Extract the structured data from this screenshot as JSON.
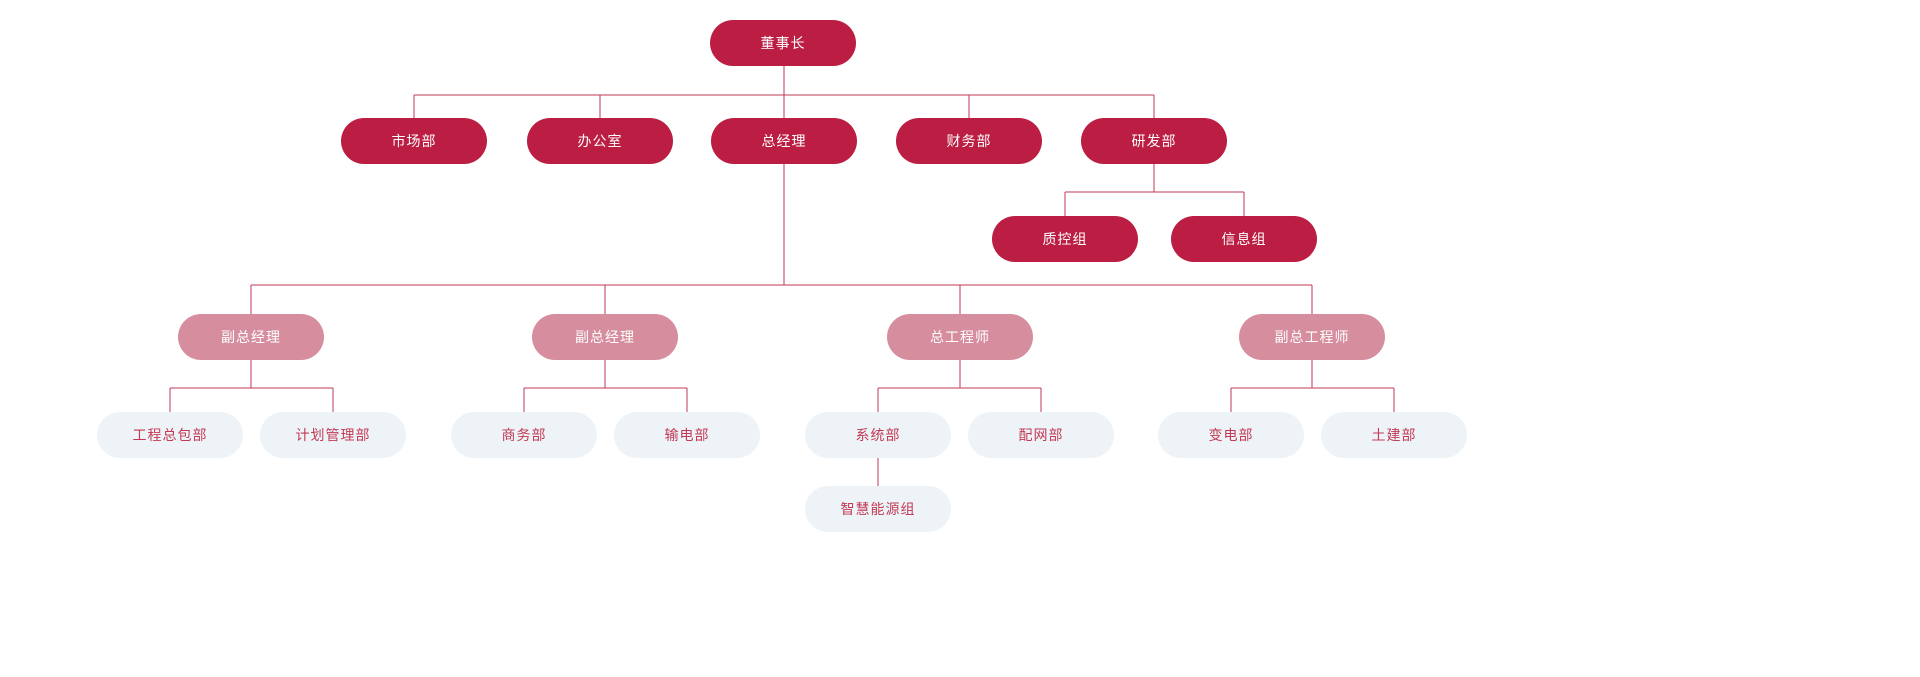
{
  "page": {
    "background": "#ffffff"
  },
  "colors": {
    "dark_node_bg": "#bb1e42",
    "dark_node_text": "#ffffff",
    "pink_node_bg": "#d68d9e",
    "pink_node_text": "#ffffff",
    "light_node_bg": "#eef3f7",
    "light_node_text": "#c23a55",
    "connector_line": "#c23a55"
  },
  "nodes": {
    "chairman": "董事长",
    "marketing_dept": "市场部",
    "office": "办公室",
    "general_manager": "总经理",
    "finance_dept": "财务部",
    "rnd_dept": "研发部",
    "quality_control_group": "质控组",
    "information_group": "信息组",
    "deputy_general_manager_1": "副总经理",
    "deputy_general_manager_2": "副总经理",
    "chief_engineer": "总工程师",
    "deputy_chief_engineer": "副总工程师",
    "engineering_epc_dept": "工程总包部",
    "planning_management_dept": "计划管理部",
    "commerce_dept": "商务部",
    "power_transmission_dept": "输电部",
    "systems_dept": "系统部",
    "distribution_network_dept": "配网部",
    "substation_dept": "变电部",
    "civil_engineering_dept": "土建部",
    "smart_energy_group": "智慧能源组"
  }
}
